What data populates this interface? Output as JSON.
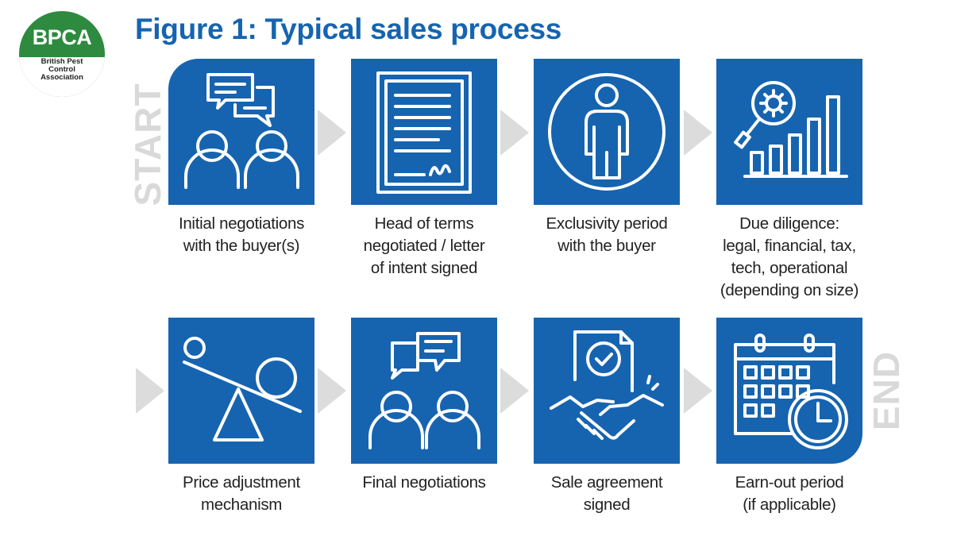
{
  "logo": {
    "abbr": "BPCA",
    "name_line1": "British Pest",
    "name_line2": "Control",
    "name_line3": "Association"
  },
  "title": "Figure 1: Typical sales process",
  "start_label": "START",
  "end_label": "END",
  "steps": [
    {
      "icon": "conversation-icon",
      "lines": [
        "Initial negotiations",
        "with the buyer(s)"
      ]
    },
    {
      "icon": "document-signature-icon",
      "lines": [
        "Head of terms",
        "negotiated / letter",
        "of intent signed"
      ]
    },
    {
      "icon": "person-circle-icon",
      "lines": [
        "Exclusivity period",
        "with the buyer"
      ]
    },
    {
      "icon": "magnifier-bar-chart-icon",
      "lines": [
        "Due diligence:",
        "legal, financial, tax,",
        "tech, operational",
        "(depending on size)"
      ]
    },
    {
      "icon": "balance-scale-icon",
      "lines": [
        "Price adjustment",
        "mechanism"
      ]
    },
    {
      "icon": "conversation-icon",
      "lines": [
        "Final negotiations"
      ]
    },
    {
      "icon": "handshake-document-icon",
      "lines": [
        "Sale agreement",
        "signed"
      ]
    },
    {
      "icon": "calendar-clock-icon",
      "lines": [
        "Earn-out period",
        "(if applicable)"
      ]
    }
  ],
  "colors": {
    "box": "#1664b0",
    "title": "#1664b0",
    "arrow": "#dcdcdc",
    "logo": "#2e8a3f"
  }
}
